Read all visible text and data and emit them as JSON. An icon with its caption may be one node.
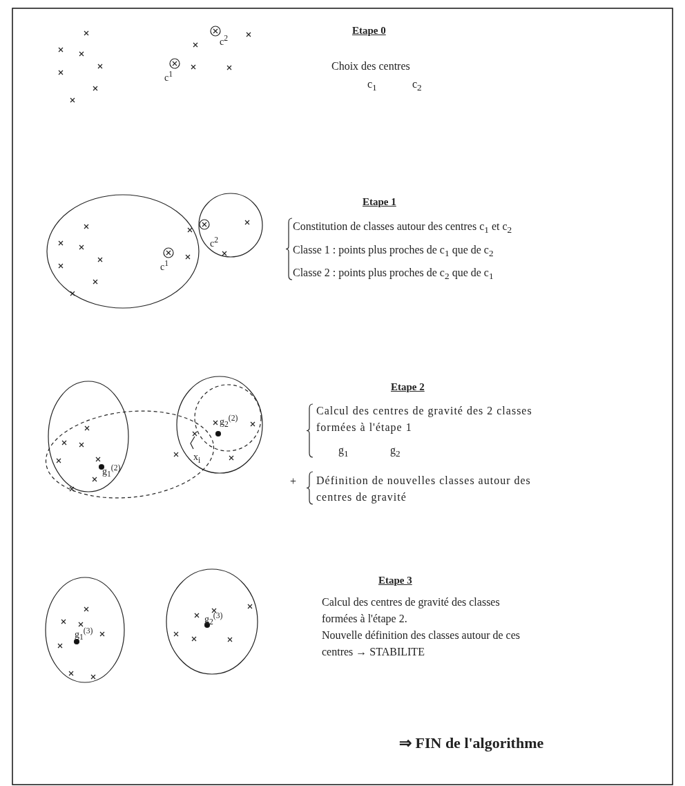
{
  "diagram": {
    "labels": [
      "Etape 0",
      "Choix des centres",
      "c$_{1}$",
      "c$_{2}$",
      "c$^{2}$",
      "c$^{1}$",
      "Etape 1",
      "Constitution de classes autour des centres c$_{1}$ et c$_{2}$",
      "Classe 1 : points plus proches de c$_{1}$ que de c$_{2}$",
      "Classe 2 : points plus proches de c$_{2}$ que de c$_{1}$",
      "c$^{2}$",
      "c$^{1}$",
      "Etape 2",
      "Calcul des centres de gravité des 2 classes formées à l'étape 1",
      "g$_{1}$",
      "g$_{2}$",
      "+",
      "Définition de nouvelles classes autour des centres de gravité",
      "g$_{2}$$^{(2)}$",
      "x$_{i}$",
      "g$_{1}$$^{(2)}$",
      "Etape 3",
      "Calcul des centres de gravité des classes formées à l'étape 2.",
      "Nouvelle définition des classes autour de ces centres → STABILITE",
      "g$_{2}$$^{(3)}$",
      "g$_{1}$$^{(3)}$",
      "⇒ FIN de l'algorithme"
    ]
  }
}
